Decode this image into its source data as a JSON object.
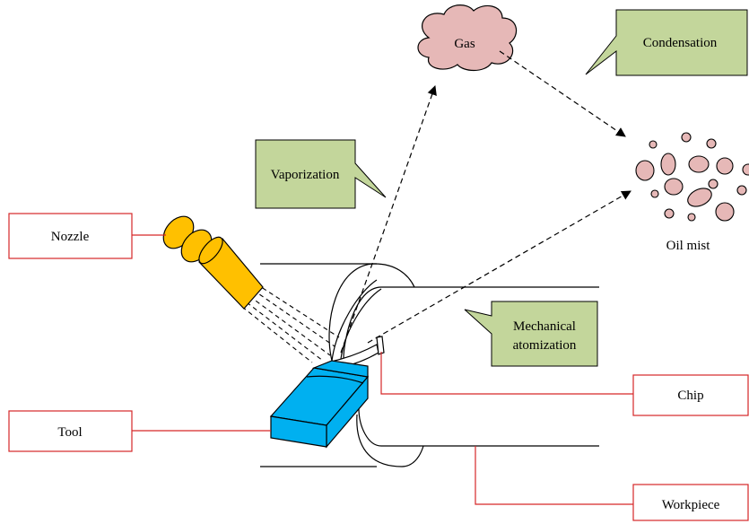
{
  "labels": {
    "nozzle": "Nozzle",
    "tool": "Tool",
    "chip": "Chip",
    "workpiece": "Workpiece",
    "gas": "Gas",
    "condensation": "Condensation",
    "vaporization": "Vaporization",
    "oil_mist": "Oil mist",
    "mechanical_atomization_line1": "Mechanical",
    "mechanical_atomization_line2": "atomization"
  },
  "colors": {
    "label_border": "#d62728",
    "callout_fill": "#c3d69b",
    "cloud_fill": "#e6b8b7",
    "droplet_fill": "#e6b8b7",
    "nozzle_fill": "#ffc000",
    "tool_fill": "#00b0f0"
  }
}
